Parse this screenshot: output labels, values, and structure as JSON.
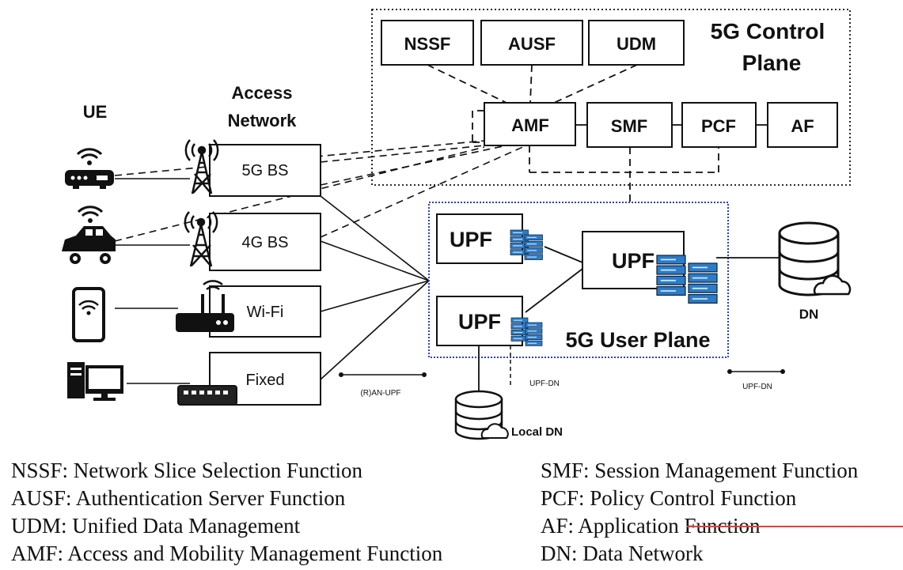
{
  "control_plane": {
    "title_line1": "5G Control",
    "title_line2": "Plane",
    "nodes": {
      "nssf": "NSSF",
      "ausf": "AUSF",
      "udm": "UDM",
      "amf": "AMF",
      "smf": "SMF",
      "pcf": "PCF",
      "af": "AF"
    }
  },
  "user_plane": {
    "title": "5G User Plane",
    "upf_label": "UPF"
  },
  "columns": {
    "ue": "UE",
    "access_line1": "Access",
    "access_line2": "Network"
  },
  "access": {
    "bs5g": "5G BS",
    "bs4g": "4G BS",
    "wifi": "Wi-Fi",
    "fixed": "Fixed"
  },
  "dn": {
    "main": "DN",
    "local": "Local DN"
  },
  "interfaces": {
    "ran_upf": "(R)AN-UPF",
    "upf_dn_1": "UPF-DN",
    "upf_dn_2": "UPF-DN"
  },
  "legend": {
    "left": [
      "NSSF: Network Slice Selection Function",
      "AUSF: Authentication Server Function",
      "UDM: Unified Data Management",
      "AMF: Access and Mobility Management Function"
    ],
    "right": [
      "SMF: Session Management Function",
      "PCF: Policy Control Function",
      "AF: Application Function",
      "DN: Data Network"
    ]
  },
  "colors": {
    "user_plane_border": "#2a3fc0",
    "server_blue": "#2b7cc9",
    "strike_red": "#e0403c"
  }
}
